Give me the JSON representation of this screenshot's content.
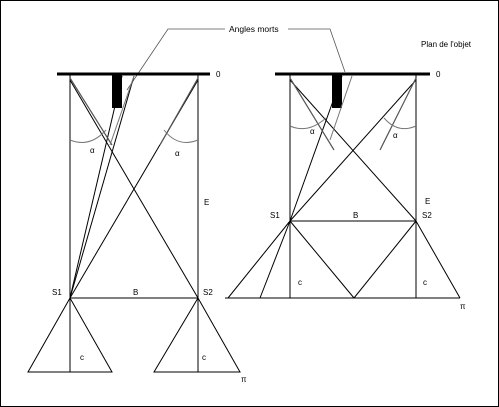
{
  "title": "Plan de l'objet",
  "callout": "Angles morts",
  "left": {
    "object_label": "0",
    "sensor1": "S1",
    "sensor2": "S2",
    "baseline": "B",
    "angle_left": "α",
    "angle_right": "α",
    "cone_left": "c",
    "cone_right": "c",
    "e_label": "",
    "pi_label": "π"
  },
  "right": {
    "object_label": "0",
    "sensor1": "S1",
    "sensor2": "S2",
    "baseline": "B",
    "angle_left": "α",
    "angle_right": "α",
    "cone_left": "c",
    "cone_right": "c",
    "e_label": "E",
    "pi_label": "π"
  },
  "left_e": "E",
  "colors": {
    "stroke": "#000000",
    "ray_gray": "#555555",
    "arc_gray": "#777777",
    "frame": "#000000"
  }
}
